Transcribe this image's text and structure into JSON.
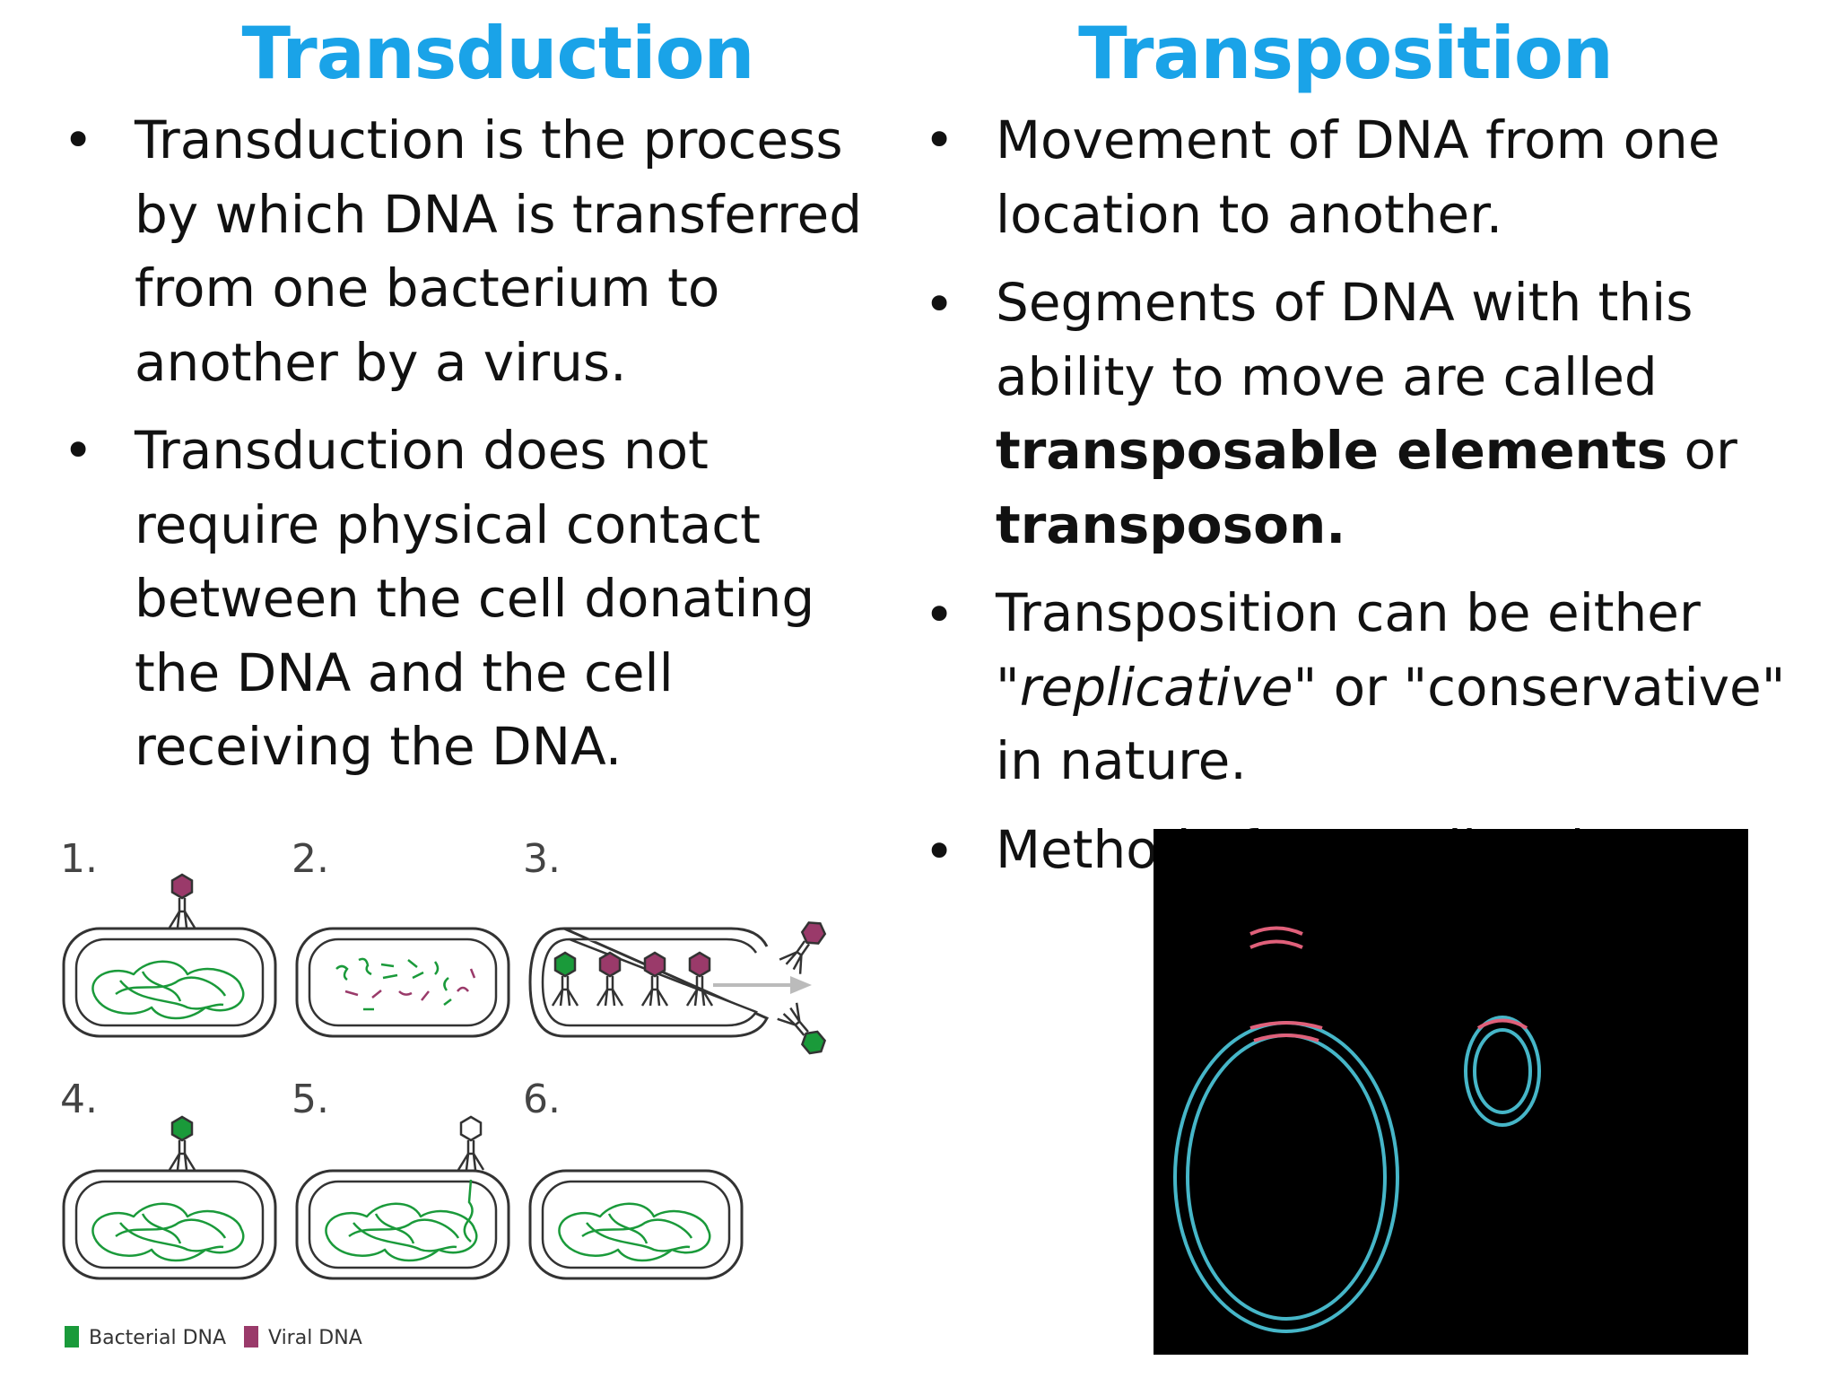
{
  "left": {
    "title": "Transduction",
    "bullets": [
      "Transduction is the process by which DNA is transferred from one bacterium to another by a virus.",
      "Transduction does not require physical contact between the cell donating the DNA and the cell receiving the DNA."
    ]
  },
  "right": {
    "title": "Transposition",
    "bullet1": "Movement of DNA from one location to another.",
    "bullet2": {
      "pre": "Segments of DNA with this ability to move are called ",
      "bold1": "transposable elements",
      "mid": " or ",
      "bold2": "transposon."
    },
    "bullet3": {
      "pre": "Transposition can be either \"",
      "italic": "replicative",
      "post": "\" or \"conservative\" in nature."
    },
    "bullet4": "Method of gene silencing."
  },
  "diagram": {
    "steps": [
      "1.",
      "2.",
      "3.",
      "4.",
      "5.",
      "6."
    ],
    "legend": [
      {
        "label": "Bacterial DNA",
        "color": "#1a9a3a"
      },
      {
        "label": "Viral DNA",
        "color": "#9a3a6a"
      }
    ]
  },
  "colors": {
    "heading": "#1aa3e8",
    "bacterial_dna": "#1a9a3a",
    "viral_dna": "#9a3a6a",
    "plasmid_blue": "#46b6c8",
    "plasmid_pink": "#e0607a",
    "panel_bg": "#000000"
  }
}
